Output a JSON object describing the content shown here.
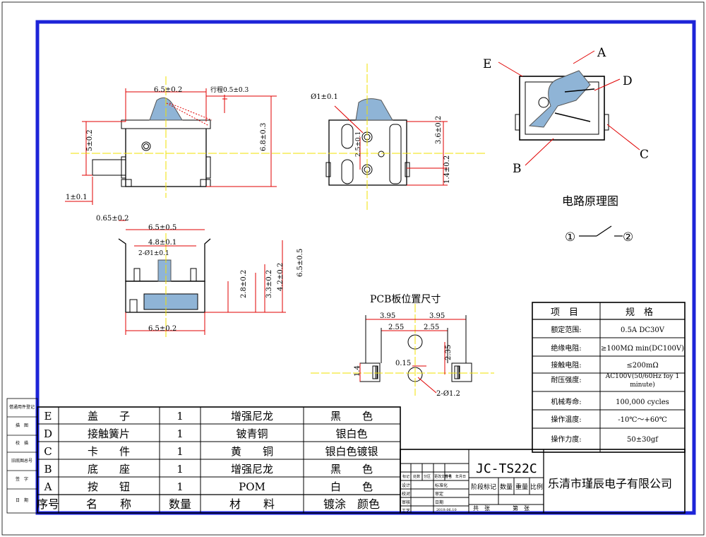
{
  "views": {
    "front": {
      "width_label": "6.5±0.2",
      "stroke_label": "行程0.5±0.3",
      "height_label": "6.8±0.3",
      "left_label": "5±0.2",
      "bottom_label": "1±0.1"
    },
    "side": {
      "hole_label": "Ø1±0.1",
      "dim_a": "3.6±0.2",
      "dim_b": "2.5±0.1",
      "dim_c": "1.4±0.2"
    },
    "bottom": {
      "top_label": "0.65±0.2",
      "width_label": "6.5±0.5",
      "inner_label": "4.8±0.1",
      "holes_label": "2-Ø1±0.1",
      "base_label": "6.5±0.2",
      "h1": "2.8±0.2",
      "h2": "3.3±0.2",
      "h3": "4.2±0.2",
      "h4": "6.5±0.5"
    }
  },
  "callouts": [
    "A",
    "B",
    "C",
    "D",
    "E"
  ],
  "circuit": {
    "title": "电路原理图",
    "pin1": "①",
    "pin2": "②"
  },
  "pcb": {
    "title": "PCB板位置尺寸",
    "d1": "3.95",
    "d2": "3.95",
    "d3": "2.55",
    "d4": "2.55",
    "d5": "2.35",
    "d6": "0.15",
    "d7": "1.4",
    "holes": "2-Ø1.2"
  },
  "spec": {
    "header": [
      "项　目",
      "规　格"
    ],
    "rows": [
      [
        "额定范围:",
        "0.5A DC30V"
      ],
      [
        "绝缘电阻:",
        "≥100MΩ min(DC100V)"
      ],
      [
        "接触电阻:",
        "≤200mΩ"
      ],
      [
        "耐压强度:",
        "AC100V(50/60Hz foy 1 minute)"
      ],
      [
        "机械寿命:",
        "100,000 cycles"
      ],
      [
        "操作温度:",
        "-10℃～+60℃"
      ],
      [
        "操作力度:",
        "50±30gf"
      ]
    ]
  },
  "parts": {
    "rows": [
      [
        "E",
        "盖　　子",
        "1",
        "增强尼龙",
        "黑　　色"
      ],
      [
        "D",
        "接触簧片",
        "1",
        "铍青铜",
        "银白色"
      ],
      [
        "C",
        "卡　　件",
        "1",
        "黄　　铜",
        "银白色镀银"
      ],
      [
        "B",
        "底　　座",
        "1",
        "增强尼龙",
        "黑　　色"
      ],
      [
        "A",
        "按　　钮",
        "1",
        "POM",
        "白　　色"
      ]
    ],
    "header": [
      "序号",
      "名　　称",
      "数量",
      "材　　料",
      "镀涂　颜色"
    ]
  },
  "sidebar": [
    "借通用件登记",
    "描　图",
    "校　描",
    "旧底图总号",
    "签　字",
    "日　期"
  ],
  "title_block": {
    "model": "JC-TS22C",
    "company": "乐清市瑾辰电子有限公司",
    "cols": [
      "阶段标记",
      "数量",
      "重量",
      "比例"
    ],
    "sheets": [
      "共　张",
      "第　张"
    ],
    "mini_rows": [
      "标记",
      "处数",
      "分区",
      "更改文件号",
      "签名",
      "年月日"
    ],
    "roles": [
      "设计",
      "校对",
      "审核",
      "工艺"
    ],
    "roles2": [
      "标准化",
      "审定",
      "日期"
    ],
    "date": "2019.06.10"
  },
  "colors": {
    "frame": "#1d24d8",
    "red": "#e00000",
    "yellow": "#f0e000",
    "part": "#8fb4d6"
  }
}
